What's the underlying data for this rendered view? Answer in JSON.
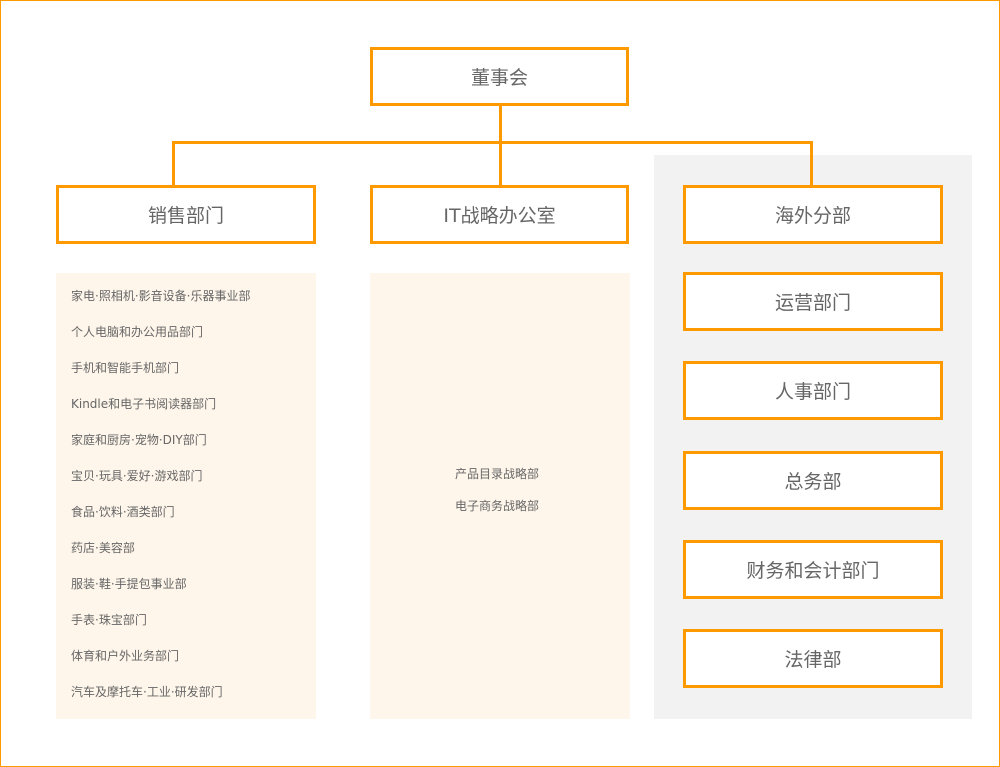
{
  "board": "董事会",
  "sales": {
    "title": "销售部门",
    "items": [
      "家电·照相机·影音设备·乐器事业部",
      "个人电脑和办公用品部门",
      "手机和智能手机部门",
      "Kindle和电子书阅读器部门",
      "家庭和厨房·宠物·DIY部门",
      "宝贝·玩具·爱好·游戏部门",
      "食品·饮料·酒类部门",
      "药店·美容部",
      "服装·鞋·手提包事业部",
      "手表·珠宝部门",
      "体育和户外业务部门",
      "汽车及摩托车·工业·研发部门"
    ]
  },
  "it": {
    "title": "IT战略办公室",
    "items": [
      "产品目录战略部",
      "电子商务战略部"
    ]
  },
  "overseas": {
    "title": "海外分部",
    "items": [
      "运营部门",
      "人事部门",
      "总务部",
      "财务和会计部门",
      "法律部"
    ]
  },
  "colors": {
    "accent": "#ff9900",
    "panel_warm": "#fff6eb",
    "panel_gray": "#f2f2f2"
  }
}
